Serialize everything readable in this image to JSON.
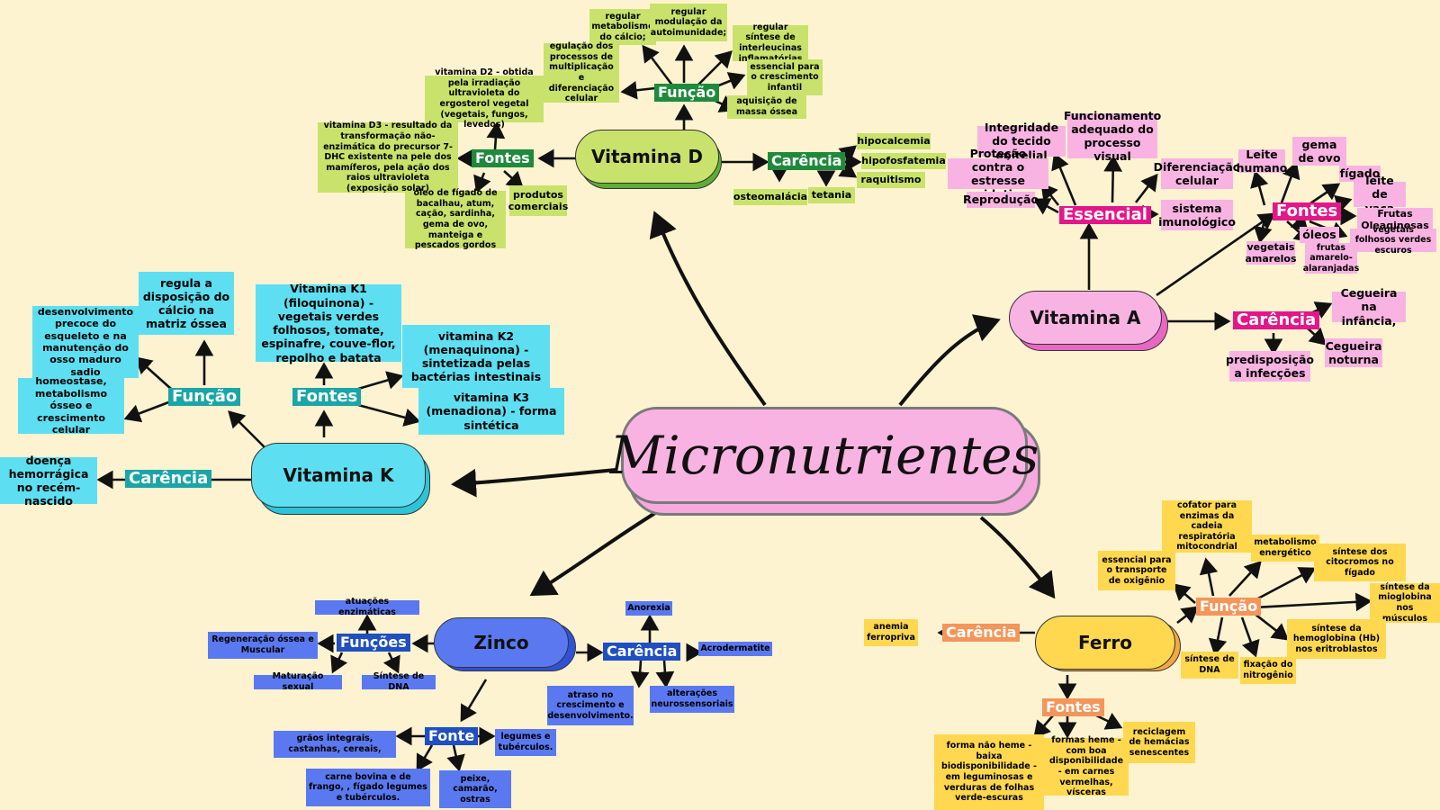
{
  "title": "Micronutrientes",
  "colors": {
    "background": "#fdf3d0",
    "vitamin_d": "#c8e26b",
    "vitamin_d_label": "#1f8a3c",
    "vitamin_k": "#5ddff1",
    "vitamin_k_label": "#1aa5a8",
    "vitamin_a": "#f9b3e3",
    "vitamin_a_label": "#e3168a",
    "zinco": "#5a79f0",
    "zinco_label": "#1f4fc0",
    "ferro": "#ffd84f",
    "ferro_label": "#f4955a",
    "center": "#f9b3e3"
  },
  "vitamina_d": {
    "name": "Vitamina D",
    "funcao_label": "Função",
    "fontes_label": "Fontes",
    "carencia_label": "Carência",
    "funcoes": [
      "regular metabolismo do cálcio;",
      "regular modulação da autoimunidade;",
      "regular síntese de interleucinas inflamatórias",
      "essencial para o crescimento infantil",
      "aquisição de massa óssea",
      "egulação dos processos de multiplicação e diferenciação celular"
    ],
    "fontes": [
      "vitamina D2 - obtida pela irradiação ultravioleta do ergosterol vegetal (vegetais, fungos, levedos)",
      "vitamina D3 - resultado da transformação não-enzimática do precursor 7-DHC existente na pele dos mamíferos, pela ação dos raios ultravioleta (exposição solar)",
      "óleo de fígado de bacalhau, atum, cação, sardinha, gema de ovo, manteiga e pescados gordos",
      "produtos comerciais"
    ],
    "carencias": [
      "hipocalcemia",
      "hipofosfatemia",
      "raquitismo",
      "tetania",
      "osteomalácia"
    ]
  },
  "vitamina_k": {
    "name": "Vitamina K",
    "funcao_label": "Função",
    "fontes_label": "Fontes",
    "carencia_label": "Carência",
    "funcoes": [
      "regula a disposição do cálcio na matriz óssea",
      "desenvolvimento precoce do esqueleto e na manutenção do osso maduro sadio",
      "homeostase, metabolismo ósseo e crescimento celular"
    ],
    "fontes": [
      "Vitamina K1 (filoquinona) - vegetais verdes folhosos, tomate, espinafre, couve-flor, repolho e batata",
      "vitamina K2 (menaquinona) - sintetizada pelas bactérias intestinais",
      "vitamina K3 (menadiona) - forma sintética"
    ],
    "carencias": [
      "doença hemorrágica no recém-nascido"
    ]
  },
  "vitamina_a": {
    "name": "Vitamina A",
    "essencial_label": "Essencial",
    "fontes_label": "Fontes",
    "carencia_label": "Carência",
    "essencial": [
      "Integridade do tecido epitelial",
      "Funcionamento adequado do processo visual",
      "Diferenciação celular",
      "sistema imunológico",
      "Proteção contra o estresse oxidativo",
      "Reprodução"
    ],
    "fontes": [
      "Leite humano",
      "gema de ovo",
      "fígado",
      "leite de vaca",
      "Frutas Oleaginosas",
      "vegetais folhosos verdes escuros",
      "óleos",
      "frutas amarelo-alaranjadas",
      "vegetais amarelos"
    ],
    "carencias": [
      "Cegueira na infância,",
      "Cegueira noturna",
      "predisposição a infecções"
    ]
  },
  "zinco": {
    "name": "Zinco",
    "funcoes_label": "Funções",
    "fonte_label": "Fonte",
    "carencia_label": "Carência",
    "funcoes": [
      "atuações enzimáticas",
      "Regeneração óssea e Muscular",
      "Maturação sexual",
      "Síntese de DNA"
    ],
    "fontes": [
      "grãos integrais, castanhas, cereais,",
      "legumes e tubérculos.",
      "carne bovina e de frango, , fígado legumes e tubérculos.",
      "peixe, camarão, ostras"
    ],
    "carencias": [
      "Anorexia",
      "Acrodermatite",
      "atraso no crescimento e desenvolvimento.",
      "alterações neurossensoriais"
    ]
  },
  "ferro": {
    "name": "Ferro",
    "funcao_label": "Função",
    "fontes_label": "Fontes",
    "carencia_label": "Carência",
    "funcoes": [
      "cofator para enzimas da cadeia respiratória mitocondrial",
      "metabolismo energético",
      "síntese dos citocromos no fígado",
      "síntese da mioglobina nos músculos",
      "síntese da hemoglobina (Hb) nos eritroblastos",
      "fixação do nitrogênio",
      "síntese de DNA",
      "essencial para o transporte de oxigênio"
    ],
    "fontes": [
      "forma não heme - baixa biodisponibilidade - em leguminosas e verduras de folhas verde-escuras",
      "formas heme - com boa disponibilidade - em carnes vermelhas, vísceras",
      "reciclagem de hemácias senescentes"
    ],
    "carencias": [
      "anemia ferropriva"
    ]
  }
}
